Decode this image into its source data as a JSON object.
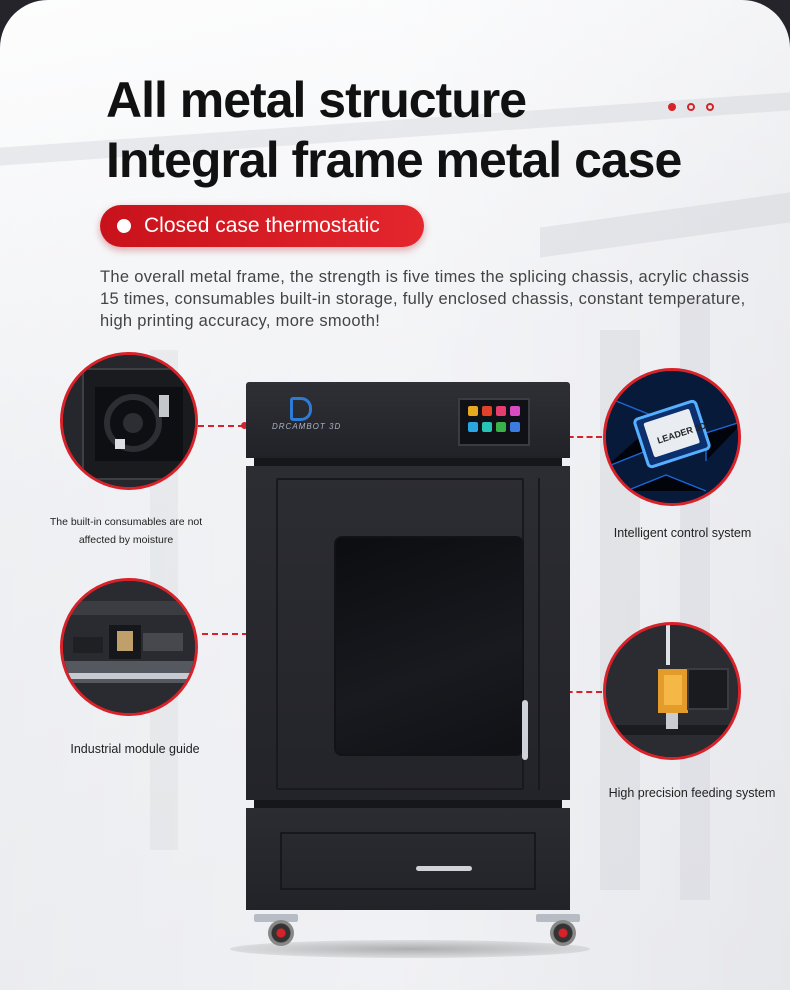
{
  "headline": {
    "line1": "All metal structure",
    "line2": "Integral frame metal case"
  },
  "badge": {
    "label": "Closed case thermostatic"
  },
  "description": "The overall metal frame, the strength is five times the splicing chassis, acrylic chassis 15 times, consumables built-in storage, fully enclosed chassis, constant temperature, high printing accuracy, more smooth!",
  "features": [
    {
      "label": "The built-in consumables are not affected by moisture"
    },
    {
      "label": "Intelligent control system"
    },
    {
      "label": "Industrial module guide"
    },
    {
      "label": "High precision feeding system"
    }
  ],
  "printer": {
    "brand": "DRCAMBOT 3D",
    "chip_label": "LEADER 3D"
  },
  "colors": {
    "accent": "#d8222a",
    "text": "#111111",
    "printer_body": "#26272c"
  }
}
